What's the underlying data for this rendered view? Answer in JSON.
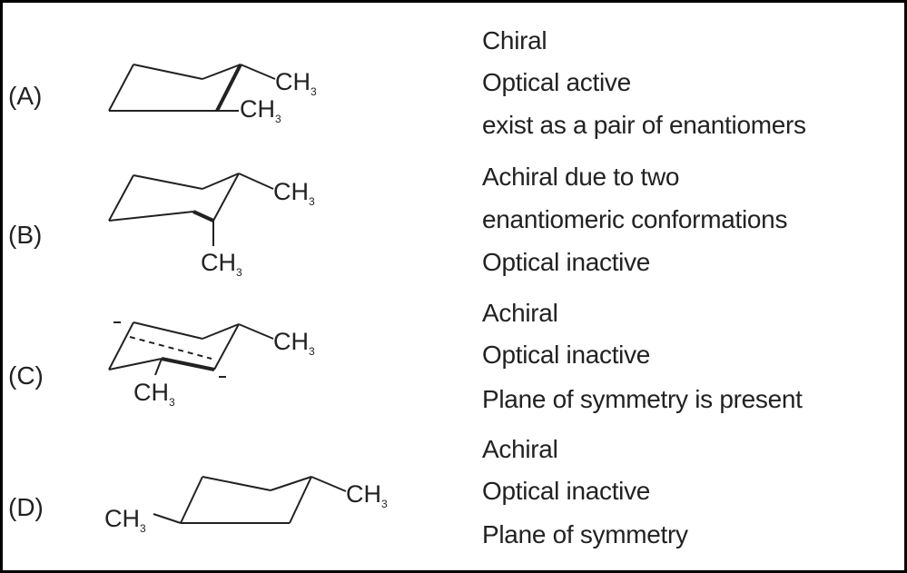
{
  "rows": [
    {
      "label": "(A)",
      "groups": {
        "g1": "CH",
        "s1": "3",
        "g2": "CH",
        "s2": "3"
      },
      "props": [
        "Chiral",
        "Optical active",
        "exist as a pair of enantiomers"
      ]
    },
    {
      "label": "(B)",
      "groups": {
        "g1": "CH",
        "s1": "3",
        "g2": "CH",
        "s2": "3"
      },
      "props": [
        "Achiral due to two",
        "enantiomeric conformations",
        "Optical inactive"
      ]
    },
    {
      "label": "(C)",
      "groups": {
        "g1": "CH",
        "s1": "3",
        "g2": "CH",
        "s2": "3"
      },
      "props": [
        "Achiral",
        "Optical inactive",
        "Plane of symmetry is present"
      ]
    },
    {
      "label": "(D)",
      "groups": {
        "g1": "CH",
        "s1": "3",
        "g2": "CH",
        "s2": "3"
      },
      "props": [
        "Achiral",
        "Optical inactive",
        "Plane of symmetry"
      ]
    }
  ],
  "colors": {
    "ink": "#222222",
    "background": "#ffffff",
    "border": "#000000"
  }
}
